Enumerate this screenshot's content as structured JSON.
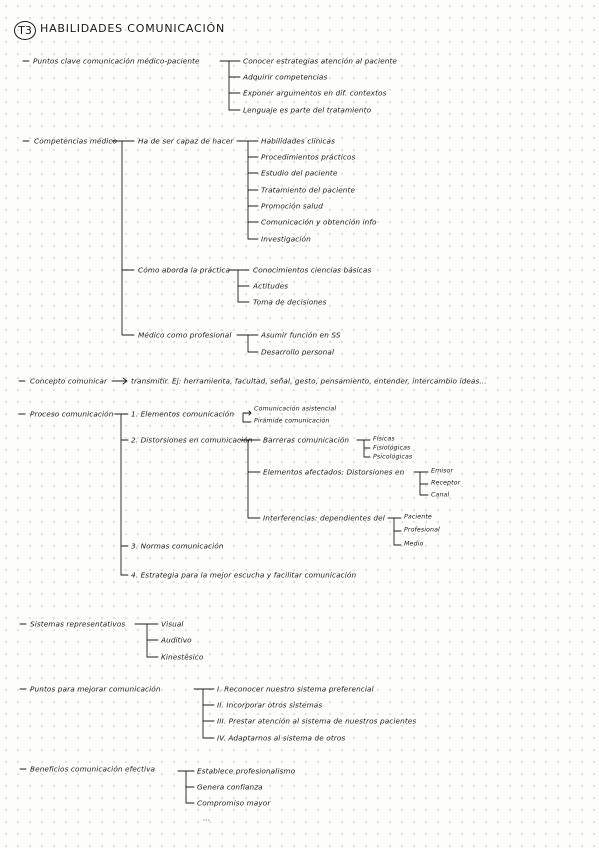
{
  "title": {
    "tag": "T3",
    "text": "HABILIDADES COMUNICACIÓN"
  },
  "puntos_clave": {
    "label": "Puntos clave comunicación médico-paciente",
    "items": [
      "Conocer estrategias atención al paciente",
      "Adquirir competencias",
      "Exponer argumentos en dif. contextos",
      "Lenguaje es parte del tratamiento"
    ]
  },
  "competencias": {
    "label": "Competencias médico",
    "hacer": {
      "label": "Ha de ser capaz de hacer",
      "items": [
        "Habilidades clínicas",
        "Procedimientos prácticos",
        "Estudio del paciente",
        "Tratamiento del paciente",
        "Promoción salud",
        "Comunicación y obtención info",
        "Investigación"
      ]
    },
    "aborda": {
      "label": "Cómo aborda la práctica",
      "items": [
        "Conocimientos ciencias básicas",
        "Actitudes",
        "Toma de decisiones"
      ]
    },
    "profesional": {
      "label": "Médico como profesional",
      "items": [
        "Asumir función en SS",
        "Desarrollo personal"
      ]
    }
  },
  "concepto": {
    "dash": "-",
    "label": "Concepto comunicar",
    "arrow": "→",
    "text": "transmitir. Ej: herramienta, facultad, señal, gesto, pensamiento, entender, intercambio ideas..."
  },
  "proceso": {
    "label": "Proceso comunicación",
    "elementos": {
      "label": "1. Elementos comunicación",
      "items": [
        "Comunicación asistencial",
        "Pirámide comunicación"
      ]
    },
    "distorsiones": {
      "label": "2. Distorsiones en comunicación",
      "barreras": {
        "label": "Barreras comunicación",
        "items": [
          "Físicas",
          "Fisiológicas",
          "Psicológicas"
        ]
      },
      "elementos_afectados": {
        "label": "Elementos afectados: Distorsiones en",
        "items": [
          "Emisor",
          "Receptor",
          "Canal"
        ]
      },
      "interferencias": {
        "label": "Interferencias: dependientes del",
        "items": [
          "Paciente",
          "Profesional",
          "Medio"
        ]
      }
    },
    "normas": "3. Normas comunicación",
    "estrategia": "4. Estrategia para la mejor escucha y facilitar comunicación"
  },
  "sistemas": {
    "label": "Sistemas representativos",
    "items": [
      "Visual",
      "Auditivo",
      "Kinestésico"
    ]
  },
  "puntos_mejorar": {
    "label": "Puntos para mejorar comunicación",
    "items": [
      "I. Reconocer nuestro sistema preferencial",
      "II. Incorporar otros sistemas",
      "III. Prestar atención al sistema de nuestros pacientes",
      "IV. Adaptarnos al sistema de otros"
    ]
  },
  "beneficios": {
    "label": "Beneficios comunicación efectiva",
    "items": [
      "Establece profesionalismo",
      "Genera confianza",
      "Compromiso mayor"
    ],
    "ellipsis": "..."
  }
}
